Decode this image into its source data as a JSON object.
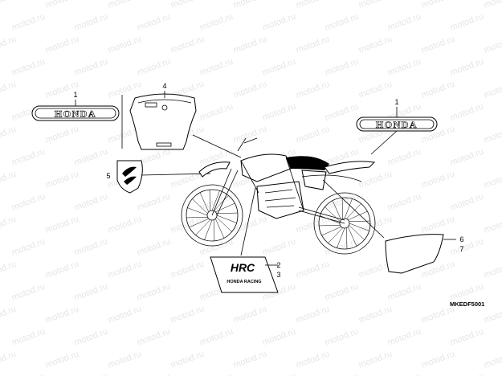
{
  "watermark": {
    "text": "motod.ru"
  },
  "callouts": {
    "c1_left": "1",
    "c1_right": "1",
    "c4": "4",
    "c5": "5",
    "c2": "2",
    "c3": "3",
    "c6": "6",
    "c7": "7"
  },
  "decals": {
    "honda_wordmark": "HONDA",
    "hrc_logo": "HRC",
    "hrc_sub": "HONDA RACING"
  },
  "diagram_code": "MKEDF5001"
}
